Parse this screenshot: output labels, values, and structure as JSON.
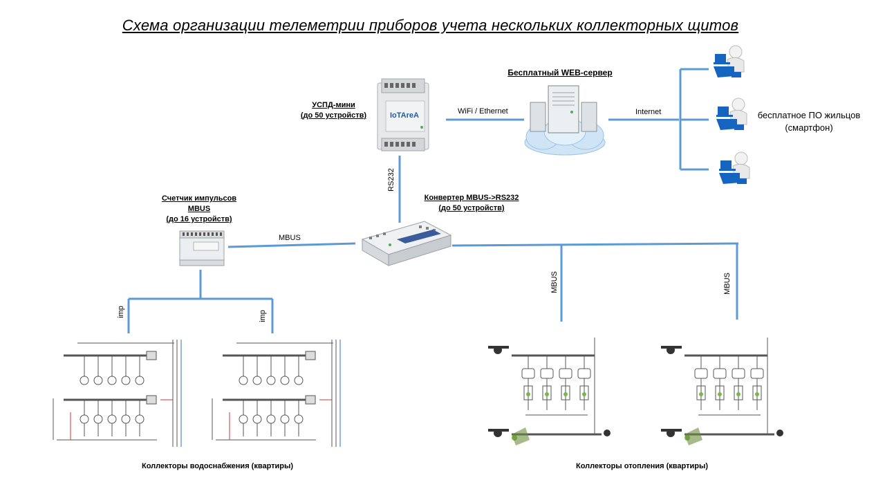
{
  "title": "Схема организации телеметрии приборов учета нескольких коллекторных щитов",
  "uspd": {
    "line1": "УСПД-мини",
    "line2": "(до 50 устройств)",
    "brand": "IoTAreA"
  },
  "server": {
    "label": "Бесплатный WEB-сервер"
  },
  "links": {
    "wifi": "WiFi / Ethernet",
    "internet": "Internet",
    "rs232": "RS232",
    "mbus_left": "MBUS",
    "mbus_right1": "MBUS",
    "mbus_right2": "MBUS",
    "imp1": "imp",
    "imp2": "imp"
  },
  "converter": {
    "line1": "Конвертер MBUS->RS232",
    "line2": "(до 50 устройств)"
  },
  "counter": {
    "line1": "Счетчик  импульсов",
    "line2": "MBUS",
    "line3": "(до 16 устройств)"
  },
  "residents": {
    "line1": "бесплатное ПО жильцов",
    "line2": "(смартфон)"
  },
  "captions": {
    "water": "Коллекторы водоснабжения  (квартиры)",
    "heating": "Коллекторы  отопления  (квартиры)"
  },
  "colors": {
    "wire": "#5b9bd5",
    "user": "#1565c0",
    "cloud": "#cfe4f5"
  }
}
